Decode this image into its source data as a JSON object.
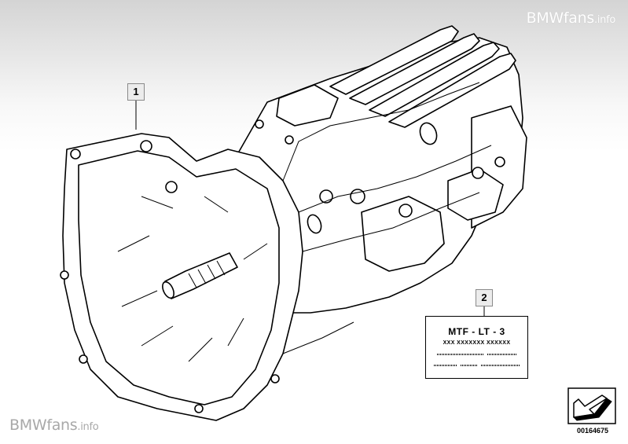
{
  "watermarks": {
    "top_brand": "BMWfans",
    "top_suffix": ".info",
    "bottom_brand": "BMWfans",
    "bottom_suffix": ".info"
  },
  "callouts": [
    {
      "number": "1"
    },
    {
      "number": "2"
    }
  ],
  "label_plate": {
    "title": "MTF - LT - 3",
    "code": "XXX XXXXXXX XXXXXX"
  },
  "reference_number": "00164675",
  "icons": {
    "transmission": "manual-gearbox-drawing",
    "reference": "folded-arrow-corner-icon"
  },
  "colors": {
    "callout_fill": "#ececec",
    "line": "#000000",
    "watermark_bottom": "#a8a8a8"
  }
}
